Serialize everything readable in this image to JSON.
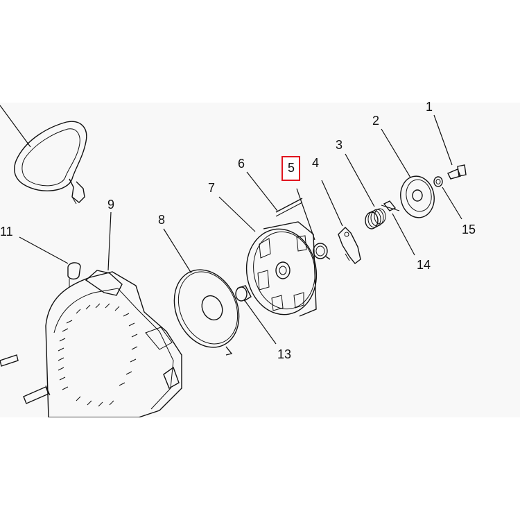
{
  "callouts": [
    {
      "id": "1",
      "label": "1"
    },
    {
      "id": "2",
      "label": "2"
    },
    {
      "id": "3",
      "label": "3"
    },
    {
      "id": "4",
      "label": "4"
    },
    {
      "id": "5",
      "label": "5",
      "highlighted": true
    },
    {
      "id": "6",
      "label": "6"
    },
    {
      "id": "7",
      "label": "7"
    },
    {
      "id": "8",
      "label": "8"
    },
    {
      "id": "9",
      "label": "9"
    },
    {
      "id": "11",
      "label": "11"
    },
    {
      "id": "13",
      "label": "13"
    },
    {
      "id": "14",
      "label": "14"
    },
    {
      "id": "15",
      "label": "15"
    }
  ],
  "highlight_color": "#e0141e"
}
